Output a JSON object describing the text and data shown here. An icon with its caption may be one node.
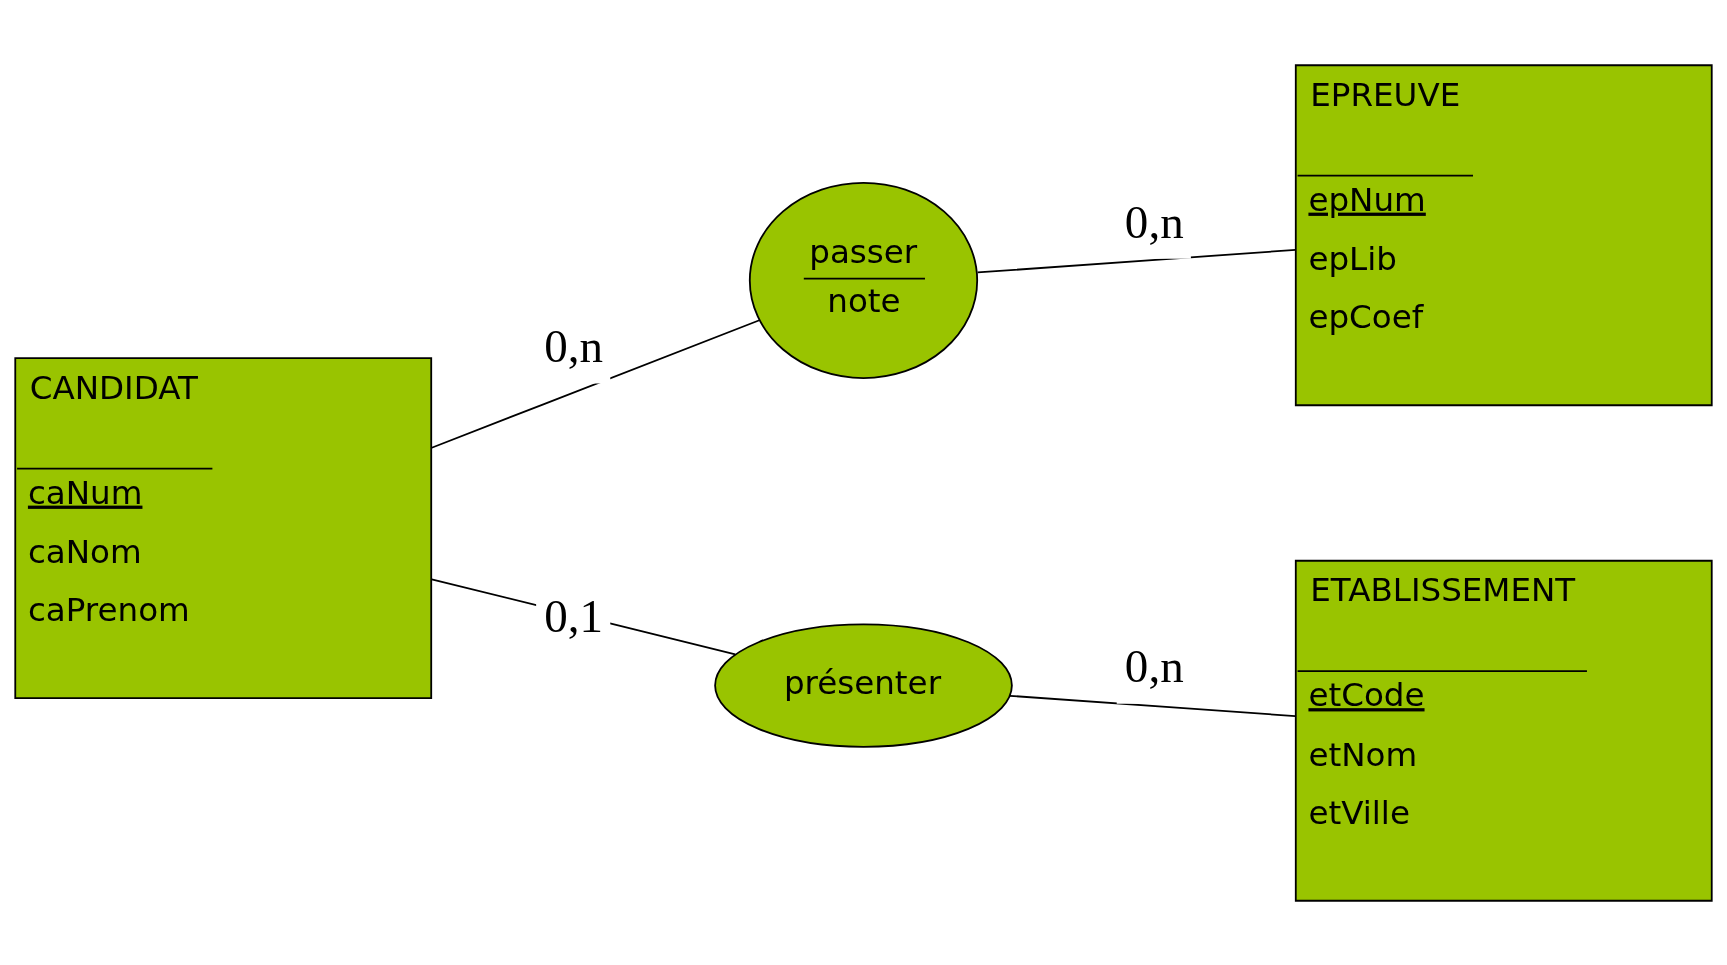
{
  "diagram": {
    "nodes": [
      {
        "text": [
          "passer",
          "note"
        ]
      },
      {
        "text": [
          "EPREUVE",
          "epNum",
          "epLib",
          "epCoef"
        ]
      },
      {
        "text": [
          "CANDIDAT",
          "caNum",
          "caNom",
          "caPrenom"
        ]
      },
      {
        "text": [
          "présenter"
        ]
      },
      {
        "text": [
          "ETABLISSEMENT",
          "etCode",
          "etNom",
          "etVille"
        ]
      }
    ],
    "edges": [
      {
        "from": 2,
        "to": 0,
        "arrow": "none",
        "label": "0,n"
      },
      {
        "from": 0,
        "to": 1,
        "arrow": "none",
        "label": "0,n"
      },
      {
        "from": 2,
        "to": 3,
        "arrow": "none",
        "label": "0,1"
      },
      {
        "from": 3,
        "to": 4,
        "arrow": "none",
        "label": "0,n"
      }
    ]
  }
}
